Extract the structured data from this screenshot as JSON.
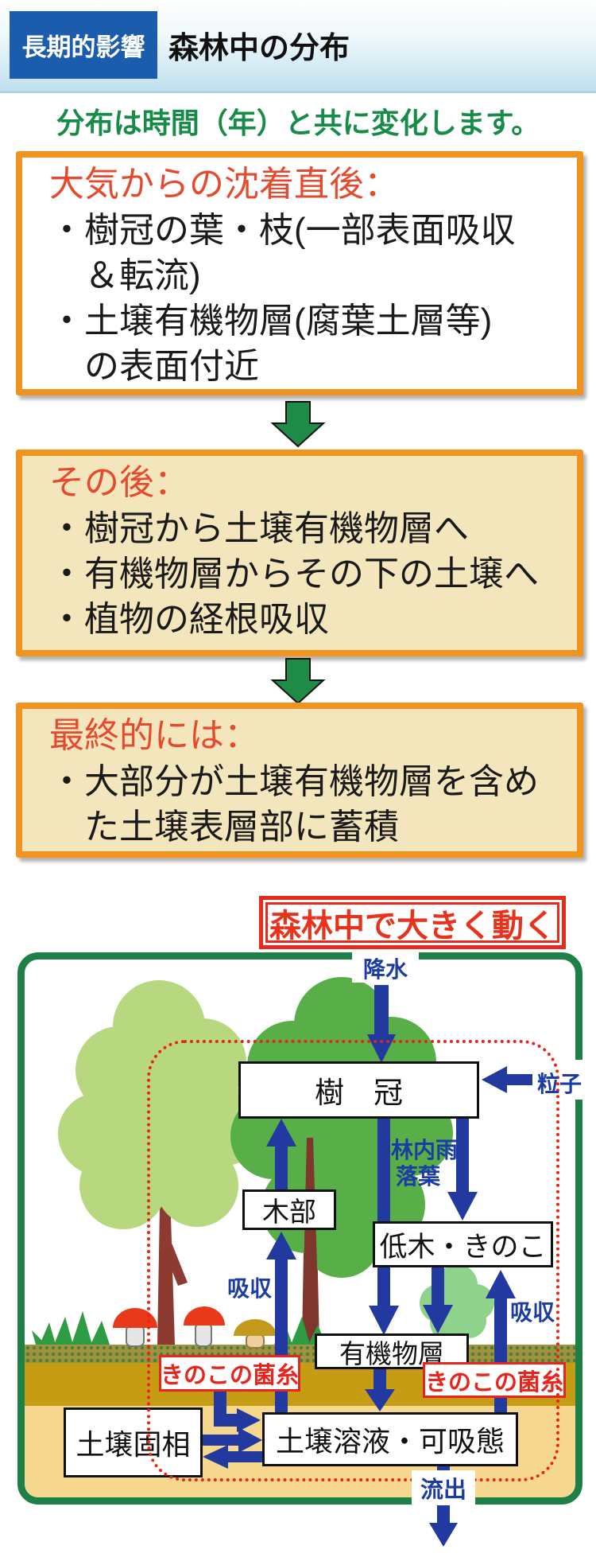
{
  "header": {
    "badge": "長期的影響",
    "title": "森林中の分布"
  },
  "intro": "分布は時間（年）と共に変化します。",
  "stages": [
    {
      "heading": "大気からの沈着直後：",
      "bullets": [
        "・樹冠の葉・枝(一部表面吸収\n＆転流)",
        "・土壌有機物層(腐葉土層等)\nの表面付近"
      ]
    },
    {
      "heading": "その後：",
      "bullets": [
        "・樹冠から土壌有機物層へ",
        "・有機物層からその下の土壌へ",
        "・植物の経根吸収"
      ]
    },
    {
      "heading": "最終的には：",
      "bullets": [
        "・大部分が土壌有機物層を含め\nた土壌表層部に蓄積"
      ]
    }
  ],
  "callout": "森林中で大きく動く",
  "diagram": {
    "nodes": {
      "canopy": "樹　冠",
      "wood": "木部",
      "understory": "低木・きのこ",
      "organic_layer": "有機物層",
      "soil_solid": "土壌固相",
      "soil_solution": "土壌溶液・可吸態"
    },
    "flow_labels": {
      "precipitation": "降水",
      "particles": "粒子",
      "throughfall": "林内雨",
      "litterfall": "落葉",
      "uptake_left": "吸収",
      "uptake_right": "吸収",
      "hyphae_left": "きのこの菌糸",
      "hyphae_right": "きのこの菌糸",
      "runoff": "流出"
    }
  },
  "colors": {
    "badge_blue": "#1b5cad",
    "intro_green": "#168c48",
    "stage_border_orange": "#f0931f",
    "stage_bg_cream": "#f3e5bc",
    "stage_heading_red": "#e64a2e",
    "flow_arrow_green": "#1e8c46",
    "callout_red": "#e8291b",
    "diagram_border_green": "#1e7f47",
    "arrow_navy": "#22399f",
    "label_blue": "#1c3ca5",
    "hyphae_red": "#e8241c",
    "dotted_red": "#ee2211",
    "soil_humus": "#a39140",
    "soil_subsoil": "#c79c15",
    "soil_deep": "#f5d88e"
  }
}
